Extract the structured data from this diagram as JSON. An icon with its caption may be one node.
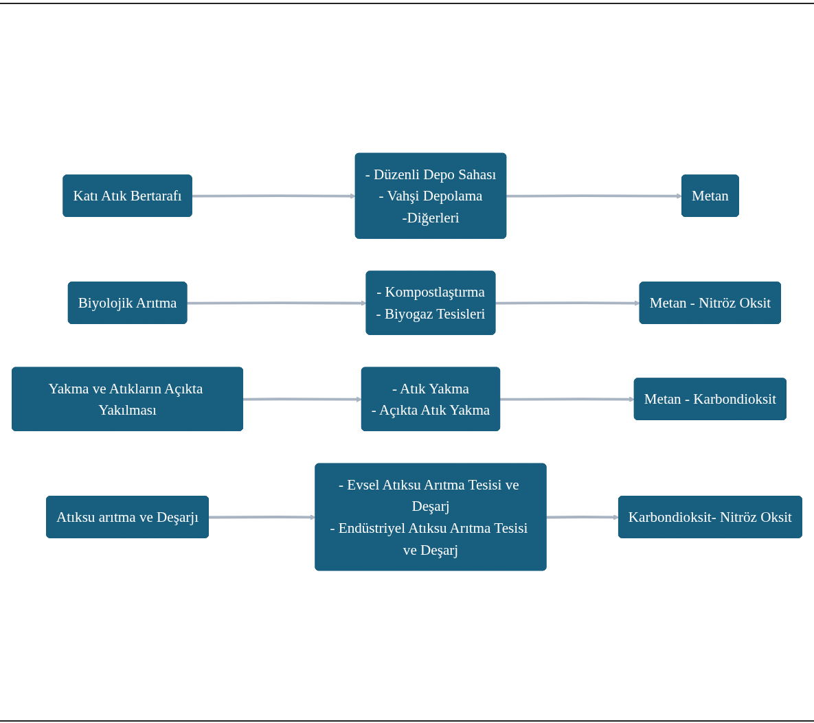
{
  "diagram": {
    "nodes": [
      {
        "text": [
          "Katı Atık Bertarafı"
        ]
      },
      {
        "text": [
          "- Düzenli Depo Sahası",
          "- Vahşi Depolama",
          "-Diğerleri"
        ]
      },
      {
        "text": [
          "Metan"
        ]
      },
      {
        "text": [
          "Biyolojik Arıtma"
        ]
      },
      {
        "text": [
          "- Kompostlaştırma",
          "- Biyogaz Tesisleri"
        ]
      },
      {
        "text": [
          "Metan - Nitröz Oksit"
        ]
      },
      {
        "text": [
          "Yakma ve Atıkların Açıkta Yakılması"
        ]
      },
      {
        "text": [
          "- Atık Yakma",
          "- Açıkta Atık Yakma"
        ]
      },
      {
        "text": [
          "Metan - Karbondioksit"
        ]
      },
      {
        "text": [
          "Atıksu arıtma ve Deşarjı"
        ]
      },
      {
        "text": [
          "- Evsel Atıksu Arıtma Tesisi ve Deşarj",
          "- Endüstriyel Atıksu Arıtma Tesisi ve Deşarj"
        ]
      },
      {
        "text": [
          "Karbondioksit- Nitröz Oksit"
        ]
      }
    ],
    "edges": [
      {
        "from": 0,
        "to": 1,
        "arrow": "to"
      },
      {
        "from": 1,
        "to": 2,
        "arrow": "to"
      },
      {
        "from": 3,
        "to": 4,
        "arrow": "to"
      },
      {
        "from": 4,
        "to": 5,
        "arrow": "to"
      },
      {
        "from": 6,
        "to": 7,
        "arrow": "to"
      },
      {
        "from": 7,
        "to": 8,
        "arrow": "to"
      },
      {
        "from": 9,
        "to": 10,
        "arrow": "to"
      },
      {
        "from": 10,
        "to": 11,
        "arrow": "to"
      }
    ]
  }
}
